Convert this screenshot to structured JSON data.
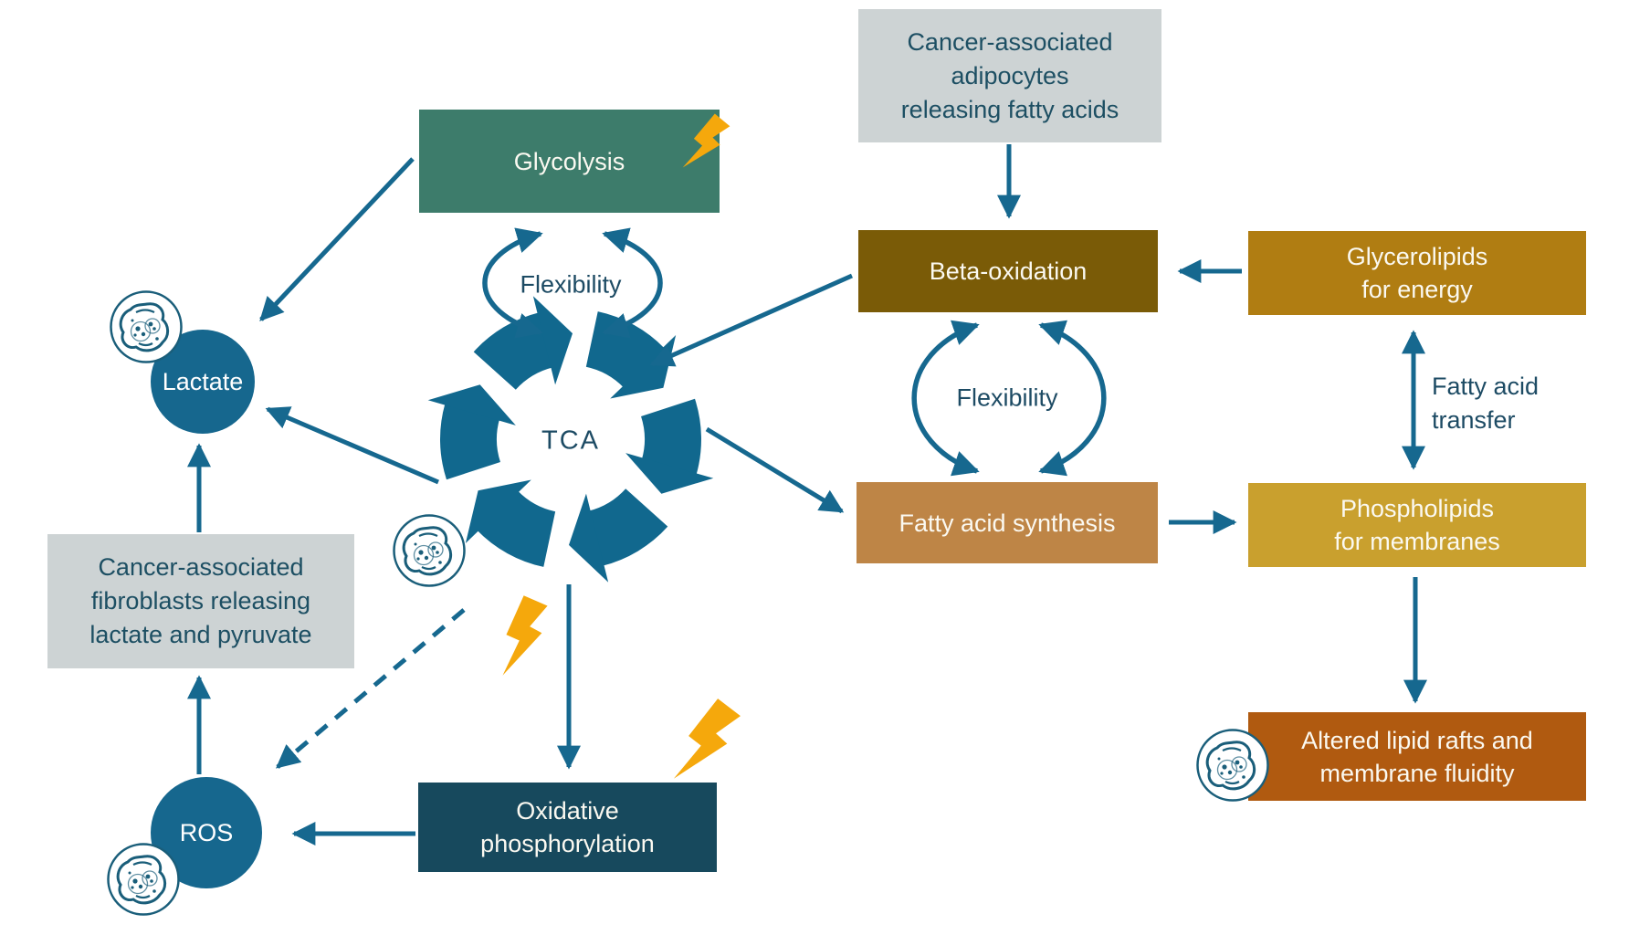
{
  "colors": {
    "arrow": "#16688F",
    "tca_ring": "#11688E",
    "dark_text": "#1D4B64",
    "box_text": "#FBF9F1",
    "gray_box_bg": "#CDD3D4",
    "gray_box_text": "#1D4F63",
    "glycolysis_bg": "#3D7C6B",
    "beta_oxidation_bg": "#7A5B07",
    "glycerolipids_bg": "#B07D12",
    "fa_synthesis_bg": "#BE8546",
    "phospholipids_bg": "#C9A02E",
    "altered_bg": "#B05A10",
    "oxphos_bg": "#17495D",
    "circle_bg": "#16678E",
    "bolt": "#F5A80C",
    "cell_icon_stroke": "#1A5E7A"
  },
  "nodes": {
    "adipocytes": {
      "lines": [
        "Cancer-associated",
        "adipocytes",
        "releasing fatty acids"
      ]
    },
    "glycolysis": {
      "label": "Glycolysis"
    },
    "flexibility_top": {
      "label": "Flexibility"
    },
    "tca": {
      "label": "TCA"
    },
    "beta_oxidation": {
      "label": "Beta-oxidation"
    },
    "glycerolipids": {
      "lines": [
        "Glycerolipids",
        "for energy"
      ]
    },
    "flexibility_right": {
      "label": "Flexibility"
    },
    "fatty_acid_transfer": {
      "lines": [
        "Fatty acid",
        "transfer"
      ]
    },
    "fa_synthesis": {
      "label": "Fatty acid synthesis"
    },
    "phospholipids": {
      "lines": [
        "Phospholipids",
        "for membranes"
      ]
    },
    "altered_lipid_rafts": {
      "lines": [
        "Altered lipid rafts and",
        "membrane fluidity"
      ]
    },
    "lactate": {
      "label": "Lactate"
    },
    "fibroblasts": {
      "lines": [
        "Cancer-associated",
        "fibroblasts releasing",
        "lactate and pyruvate"
      ]
    },
    "ros": {
      "label": "ROS"
    },
    "oxphos": {
      "lines": [
        "Oxidative",
        "phosphorylation"
      ]
    }
  }
}
